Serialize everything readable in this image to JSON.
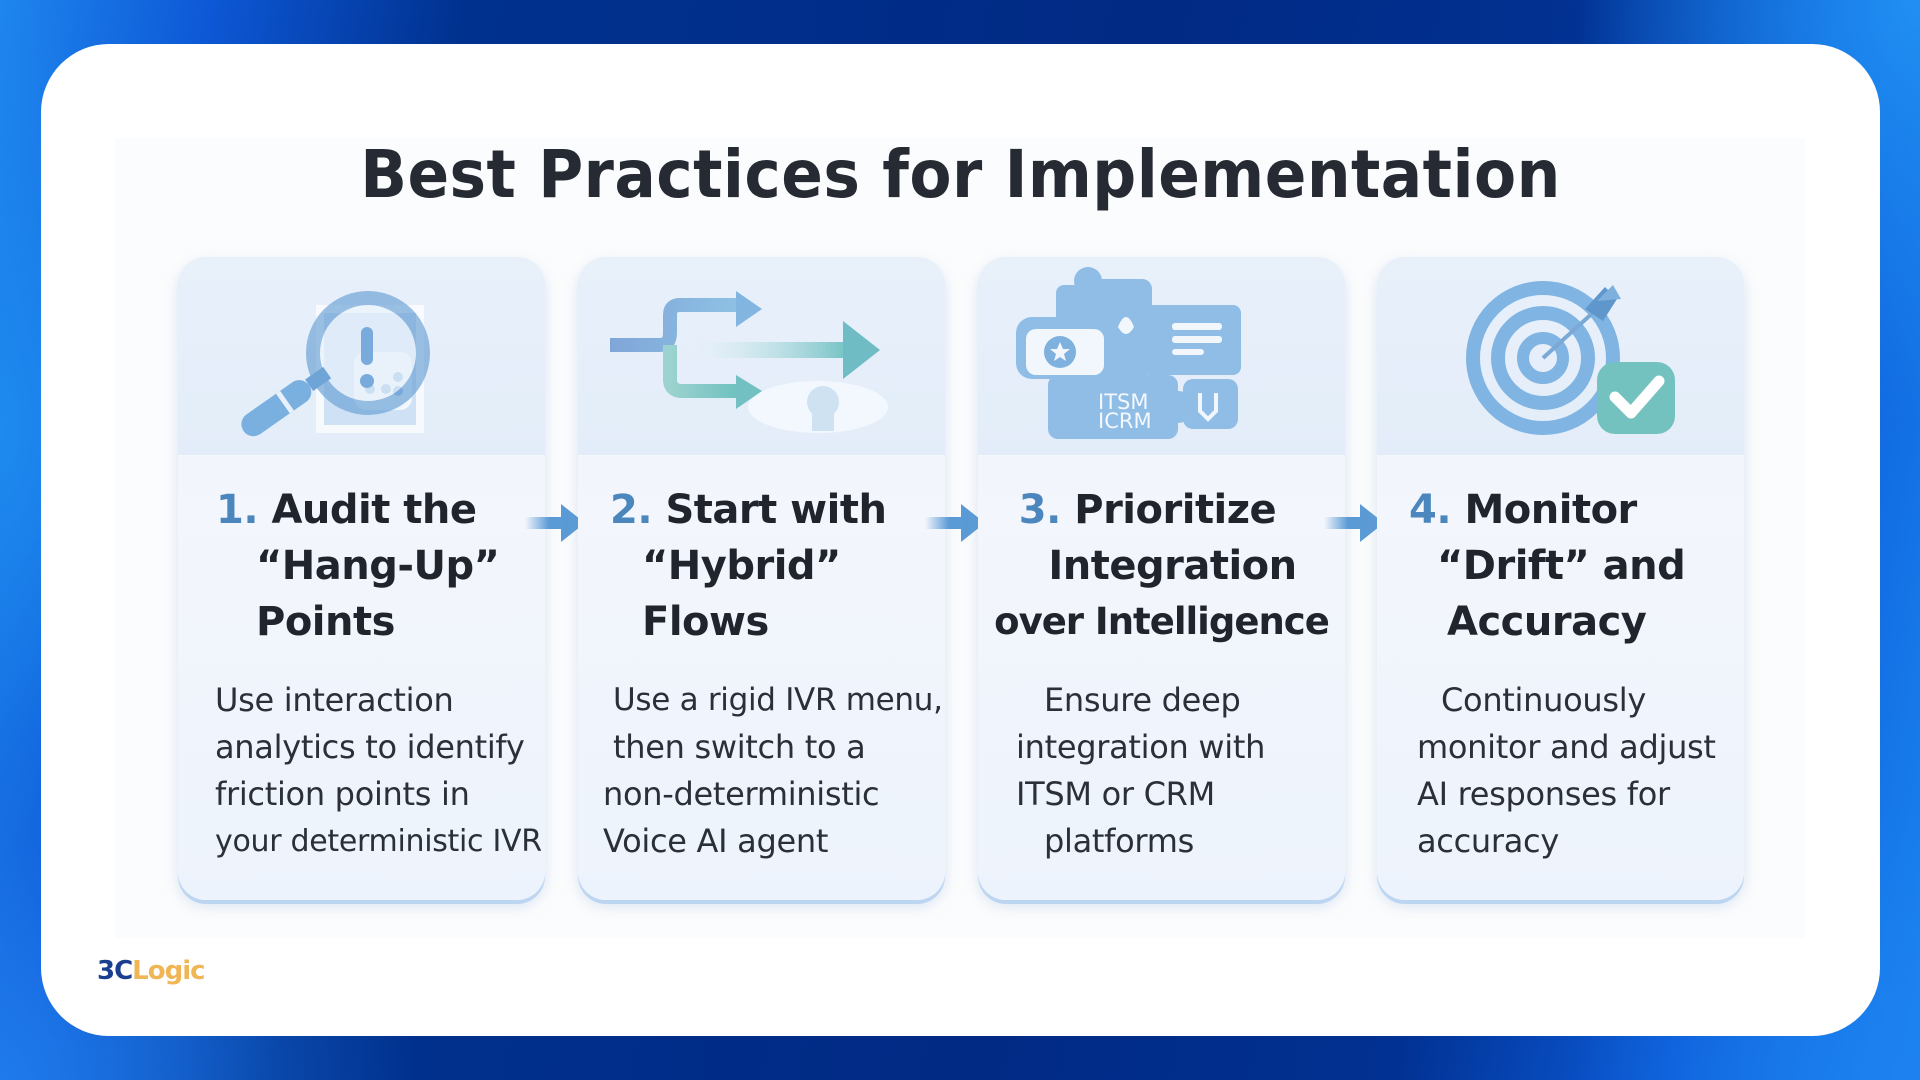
{
  "slide": {
    "title": "Best Practices for Implementation",
    "colors": {
      "number_accent": "#4b87bd",
      "heading_text": "#1f242d",
      "body_text": "#2a2f38",
      "arrow": "#5b9bd5",
      "background_navy": "#012a84",
      "background_blue": "#1f86ee"
    },
    "cards": [
      {
        "icon": "magnifying-glass-alert-icon",
        "number": "1.",
        "heading_lines": [
          "Audit the",
          "“Hang-Up”",
          "Points"
        ],
        "body_lines": [
          "Use interaction",
          "analytics to identify",
          "friction points in",
          "your deterministic IVR"
        ]
      },
      {
        "icon": "branching-flow-arrows-icon",
        "number": "2.",
        "heading_lines": [
          "Start with",
          "“Hybrid”",
          "Flows"
        ],
        "body_lines": [
          "Use a rigid IVR menu,",
          "then switch to a",
          "non-deterministic",
          "Voice AI agent"
        ]
      },
      {
        "icon": "puzzle-integration-icon",
        "icon_label_lines": [
          "ITSM",
          "ICRM"
        ],
        "number": "3.",
        "heading_lines": [
          "Prioritize",
          "Integration",
          "over Intelligence"
        ],
        "body_lines": [
          "Ensure deep",
          "integration with",
          "ITSM or CRM",
          "platforms"
        ]
      },
      {
        "icon": "target-check-icon",
        "number": "4.",
        "heading_lines": [
          "Monitor",
          "“Drift” and",
          "Accuracy"
        ],
        "body_lines": [
          "Continuously",
          "monitor and adjust",
          "AI responses for",
          "accuracy"
        ]
      }
    ],
    "connectors": [
      "arrow-right-icon",
      "arrow-right-icon",
      "arrow-right-icon"
    ]
  },
  "footer": {
    "logo_part1": "3C",
    "logo_part2": "Logic"
  }
}
